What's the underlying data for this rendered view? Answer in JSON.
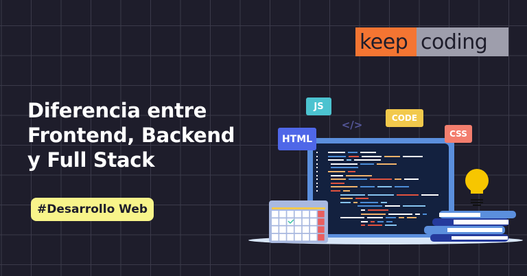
{
  "logo": {
    "part1": "keep",
    "part2": "coding",
    "colors": {
      "orange": "#f47532",
      "gray": "#9e9eac"
    }
  },
  "title": {
    "line1": "Diferencia entre",
    "line2": "Frontend, Backend",
    "line3": "y Full Stack"
  },
  "tag": "#Desarrollo Web",
  "badges": {
    "js": "JS",
    "code": "CODE",
    "html": "HTML",
    "css": "CSS",
    "tag_symbol": "</>"
  },
  "colors": {
    "background": "#1e1d2b",
    "tag": "#f8f48a",
    "js": "#4cc3d0",
    "code": "#f2c94c",
    "html": "#4f67e8",
    "css": "#f37e6e"
  }
}
